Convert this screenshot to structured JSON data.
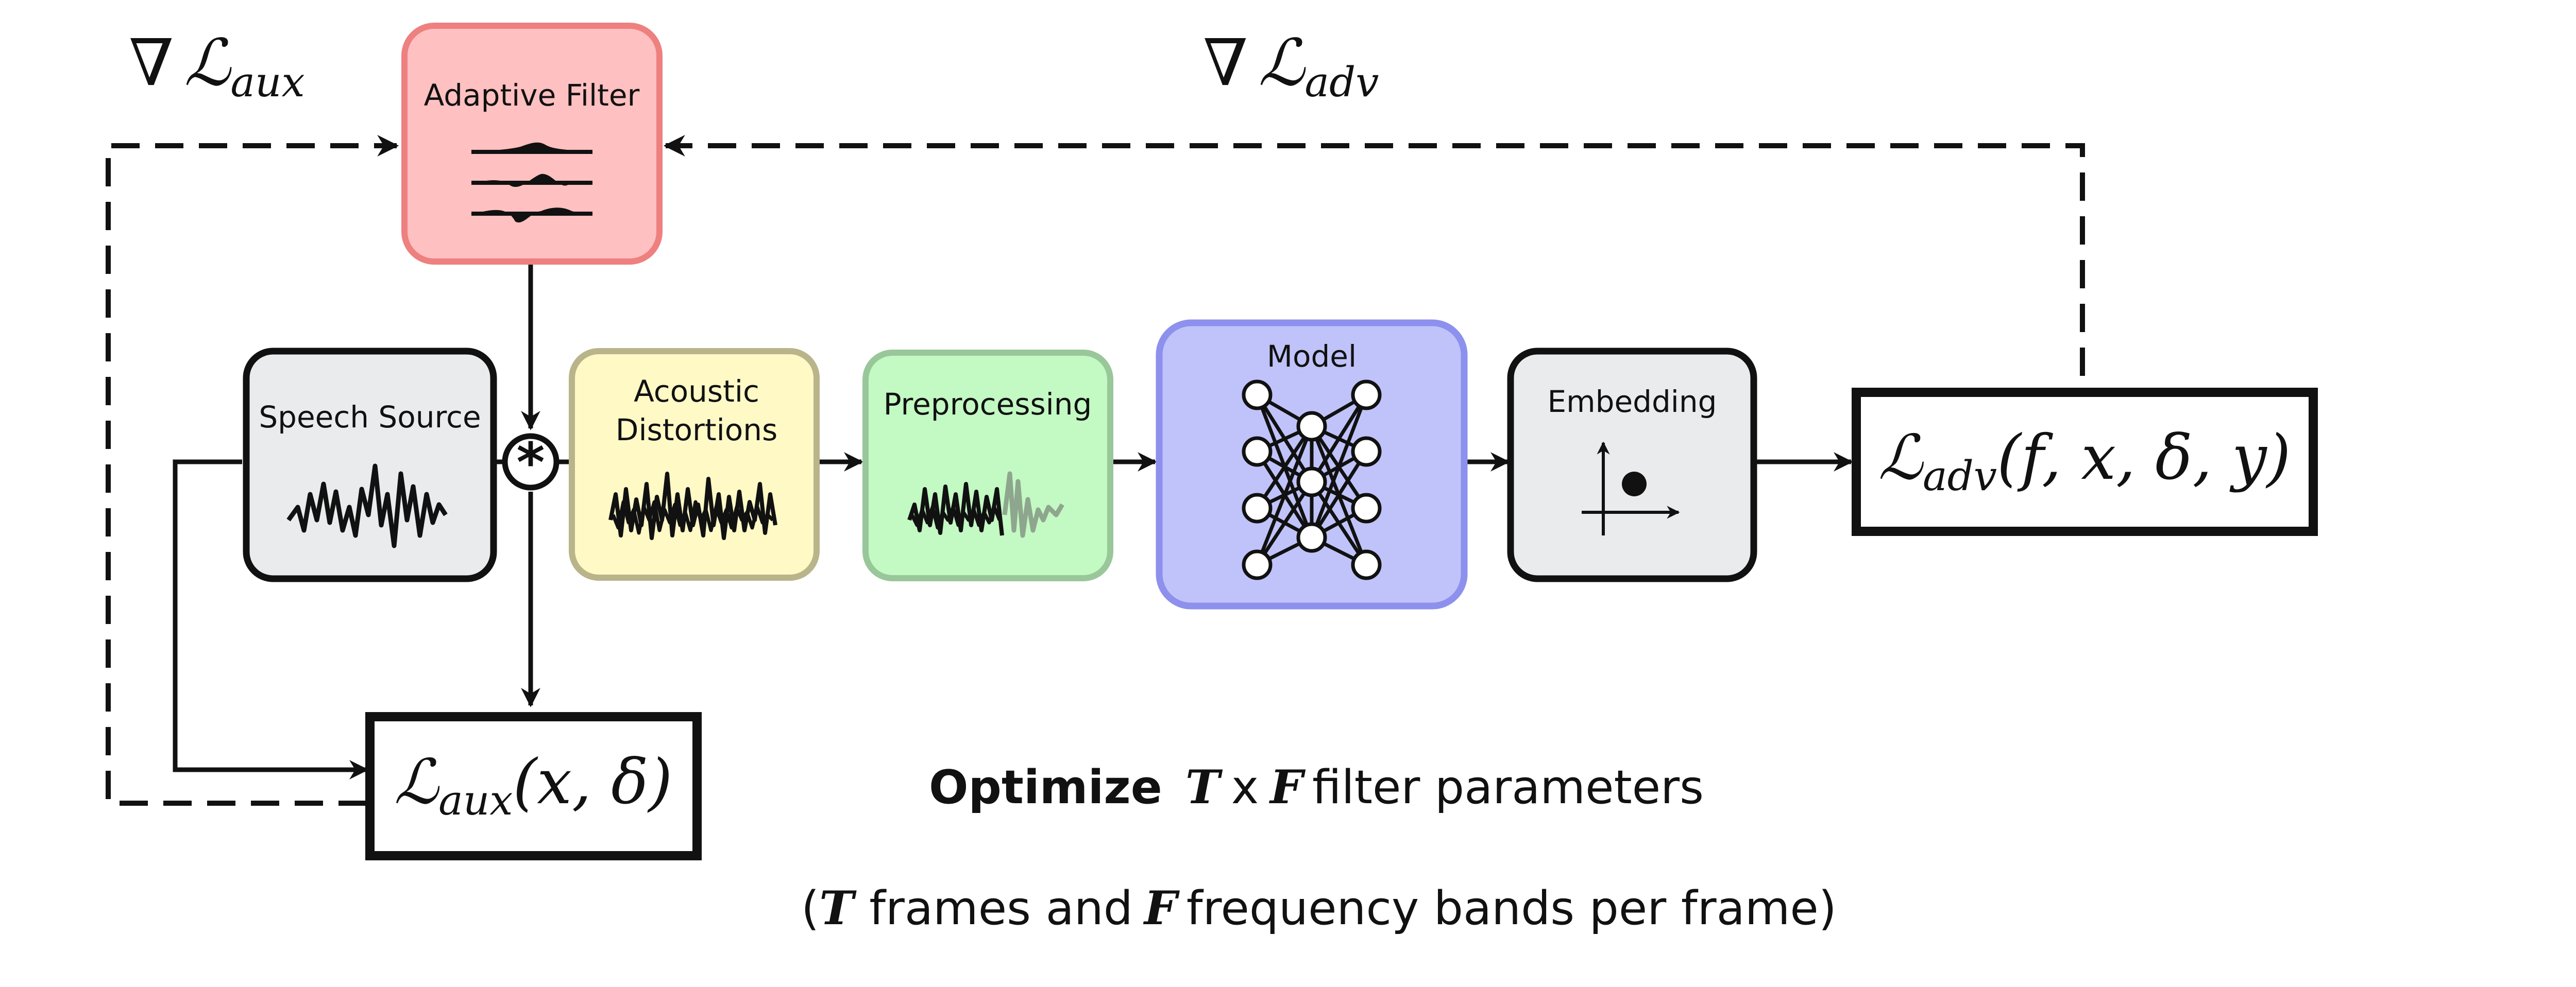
{
  "gradients": {
    "aux": {
      "nabla": "∇",
      "script": "ℒ",
      "sub": "aux"
    },
    "adv": {
      "nabla": "∇",
      "script": "ℒ",
      "sub": "adv"
    }
  },
  "blocks": {
    "adaptive_filter": {
      "label": "Adaptive Filter",
      "fill": "#fec0c0",
      "stroke": "#ee8080"
    },
    "speech_source": {
      "label": "Speech Source",
      "fill": "#e9ebed",
      "stroke": "#111111"
    },
    "acoustic_distortions": {
      "label_line1": "Acoustic",
      "label_line2": "Distortions",
      "fill": "#fff9c6",
      "stroke": "#b9b48a"
    },
    "preprocessing": {
      "label": "Preprocessing",
      "fill": "#c3f9c3",
      "stroke": "#99c79a"
    },
    "model": {
      "label": "Model",
      "fill": "#c0c3f9",
      "stroke": "#8d90ec"
    },
    "embedding": {
      "label": "Embedding",
      "fill": "#e9ebed",
      "stroke": "#111111"
    }
  },
  "convolution_symbol": "*",
  "loss_adv": {
    "script": "ℒ",
    "sub": "adv",
    "args": "(f, x, δ, y)"
  },
  "loss_aux": {
    "script": "ℒ",
    "sub": "aux",
    "args": "(x, δ)"
  },
  "caption": {
    "line1_bold": "Optimize",
    "line1_T": "T",
    "line1_x": "x",
    "line1_F": "F",
    "line1_rest": "filter parameters",
    "line2_open": "(",
    "line2_T": "T",
    "line2_mid": "frames and",
    "line2_F": "F",
    "line2_rest": "frequency bands per frame)"
  }
}
